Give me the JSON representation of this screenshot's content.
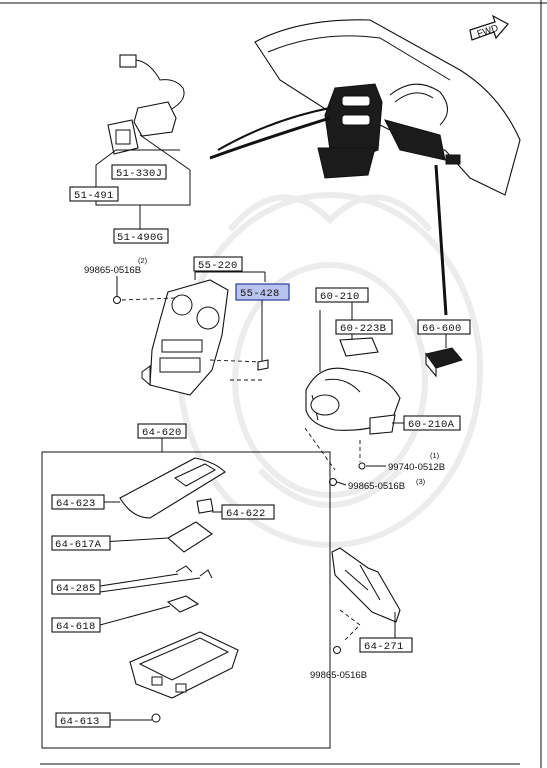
{
  "fwd_label": "FWD",
  "labels": {
    "p51_330J": "51-330J",
    "p51_491": "51-491",
    "p51_490G": "51-490G",
    "p55_220": "55-220",
    "p55_428": "55-428",
    "p60_210": "60-210",
    "p60_223B": "60-223B",
    "p60_210A": "60-210A",
    "p66_600": "66-600",
    "p64_620": "64-620",
    "p64_623": "64-623",
    "p64_622": "64-622",
    "p64_617A": "64-617A",
    "p64_285": "64-285",
    "p64_618": "64-618",
    "p64_613": "64-613",
    "p64_271": "64-271"
  },
  "notes": {
    "screw_a": "99865-0516B",
    "screw_a_qty": "(2)",
    "screw_b": "99740-0512B",
    "screw_b_qty": "(1)",
    "screw_c": "99865-0516B",
    "screw_c_qty": "(3)",
    "screw_d": "99865-0516B"
  },
  "highlight_color": "#b9c4ee"
}
